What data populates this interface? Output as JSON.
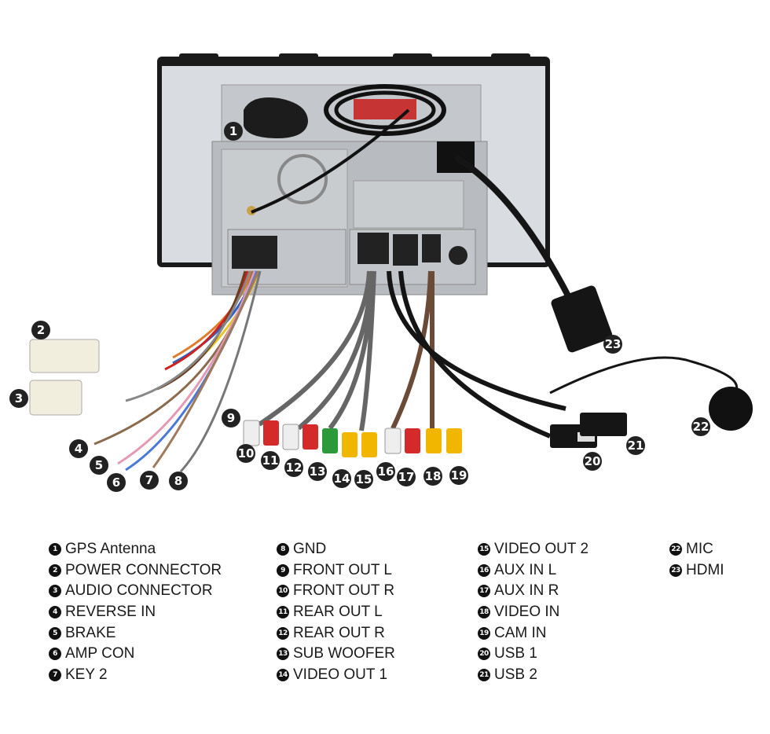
{
  "callouts": [
    {
      "n": "1"
    },
    {
      "n": "2"
    },
    {
      "n": "3"
    },
    {
      "n": "4"
    },
    {
      "n": "5"
    },
    {
      "n": "6"
    },
    {
      "n": "7"
    },
    {
      "n": "8"
    },
    {
      "n": "9"
    },
    {
      "n": "10"
    },
    {
      "n": "11"
    },
    {
      "n": "12"
    },
    {
      "n": "13"
    },
    {
      "n": "14"
    },
    {
      "n": "15"
    },
    {
      "n": "16"
    },
    {
      "n": "17"
    },
    {
      "n": "18"
    },
    {
      "n": "19"
    },
    {
      "n": "20"
    },
    {
      "n": "21"
    },
    {
      "n": "22"
    },
    {
      "n": "23"
    }
  ],
  "legend": {
    "columns": [
      [
        {
          "n": "1",
          "label": "GPS Antenna"
        },
        {
          "n": "2",
          "label": "POWER CONNECTOR"
        },
        {
          "n": "3",
          "label": "AUDIO CONNECTOR"
        },
        {
          "n": "4",
          "label": "REVERSE IN"
        },
        {
          "n": "5",
          "label": "BRAKE"
        },
        {
          "n": "6",
          "label": "AMP CON"
        },
        {
          "n": "7",
          "label": "KEY 2"
        }
      ],
      [
        {
          "n": "8",
          "label": "GND"
        },
        {
          "n": "9",
          "label": "FRONT OUT L"
        },
        {
          "n": "10",
          "label": "FRONT OUT R"
        },
        {
          "n": "11",
          "label": "REAR OUT L"
        },
        {
          "n": "12",
          "label": "REAR OUT R"
        },
        {
          "n": "13",
          "label": "SUB WOOFER"
        },
        {
          "n": "14",
          "label": "VIDEO OUT 1"
        }
      ],
      [
        {
          "n": "15",
          "label": "VIDEO OUT 2"
        },
        {
          "n": "16",
          "label": "AUX IN L"
        },
        {
          "n": "17",
          "label": "AUX IN R"
        },
        {
          "n": "18",
          "label": "VIDEO IN"
        },
        {
          "n": "19",
          "label": "CAM IN"
        },
        {
          "n": "20",
          "label": "USB 1"
        },
        {
          "n": "21",
          "label": "USB 2"
        }
      ],
      [
        {
          "n": "22",
          "label": "MIC"
        },
        {
          "n": "23",
          "label": "HDMI"
        }
      ]
    ]
  },
  "colors": {
    "frame": "#1a1a1a",
    "panel": "#d9dde2",
    "chassis": "#b8bcc0",
    "cable": "#151515",
    "rca_red": "#d42a2a",
    "rca_white": "#eeeeee",
    "rca_yellow": "#f1b600",
    "rca_green": "#2c9a3a",
    "badge": "#222222"
  }
}
